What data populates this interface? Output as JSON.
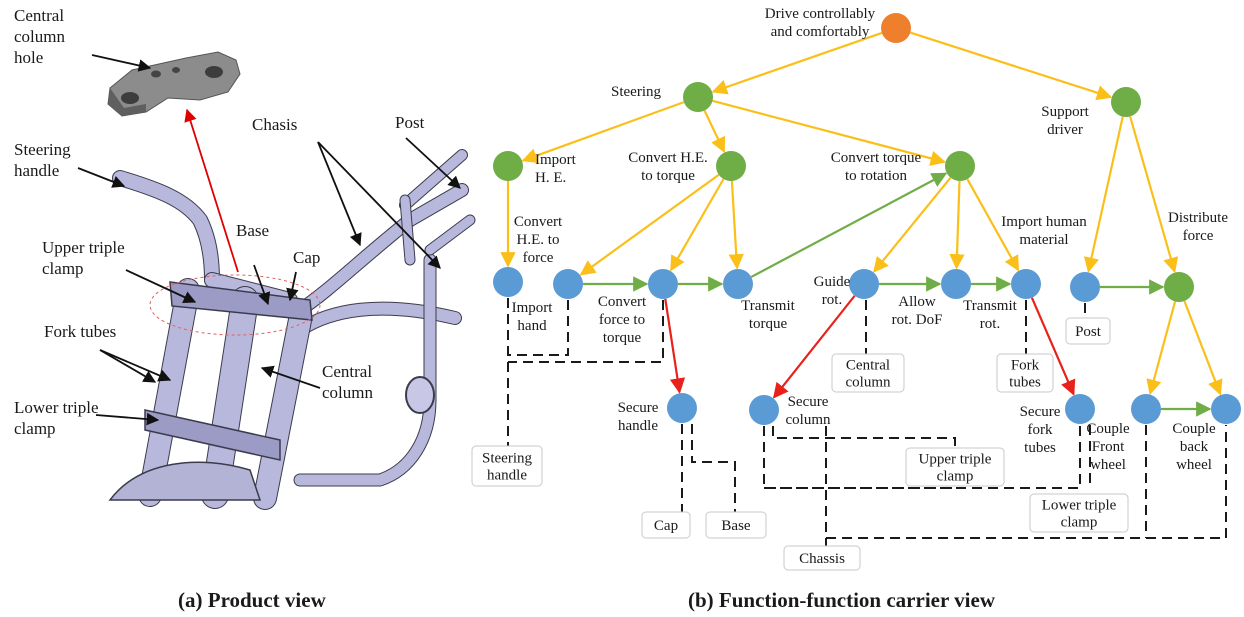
{
  "captions": {
    "a": "(a) Product view",
    "b": "(b) Function-function carrier view"
  },
  "product_view": {
    "labels": [
      {
        "id": "central-column-hole",
        "lines": [
          "Central",
          "column",
          "hole"
        ]
      },
      {
        "id": "steering-handle",
        "lines": [
          "Steering",
          "handle"
        ]
      },
      {
        "id": "chasis",
        "lines": [
          "Chasis"
        ]
      },
      {
        "id": "post",
        "lines": [
          "Post"
        ]
      },
      {
        "id": "base",
        "lines": [
          "Base"
        ]
      },
      {
        "id": "cap",
        "lines": [
          "Cap"
        ]
      },
      {
        "id": "upper-triple-clamp",
        "lines": [
          "Upper triple",
          "clamp"
        ]
      },
      {
        "id": "fork-tubes",
        "lines": [
          "Fork tubes"
        ]
      },
      {
        "id": "central-column",
        "lines": [
          "Central",
          "column"
        ]
      },
      {
        "id": "lower-triple-clamp",
        "lines": [
          "Lower triple",
          "clamp"
        ]
      }
    ]
  },
  "function_view": {
    "nodes": [
      {
        "id": "drive",
        "type": "root",
        "lines": [
          "Drive controllably",
          "and comfortably"
        ]
      },
      {
        "id": "steering",
        "type": "green",
        "lines": [
          "Steering"
        ]
      },
      {
        "id": "support",
        "type": "green",
        "lines": [
          "Support",
          "driver"
        ]
      },
      {
        "id": "import-he",
        "type": "green",
        "lines": [
          "Import",
          "H. E."
        ]
      },
      {
        "id": "convert-he-torque",
        "type": "green",
        "lines": [
          "Convert H.E.",
          "to torque"
        ]
      },
      {
        "id": "convert-torque-rot",
        "type": "green",
        "lines": [
          "Convert torque",
          "to rotation"
        ]
      },
      {
        "id": "convert-he-force",
        "type": "blue",
        "lines": [
          "Convert",
          "H.E. to",
          "force"
        ]
      },
      {
        "id": "import-hand",
        "type": "blue",
        "lines": [
          "Import",
          "hand"
        ]
      },
      {
        "id": "convert-force-torque",
        "type": "blue",
        "lines": [
          "Convert",
          "force to",
          "torque"
        ]
      },
      {
        "id": "transmit-torque",
        "type": "blue",
        "lines": [
          "Transmit",
          "torque"
        ]
      },
      {
        "id": "guide-rot",
        "type": "blue",
        "lines": [
          "Guide",
          "rot."
        ]
      },
      {
        "id": "allow-rot",
        "type": "blue",
        "lines": [
          "Allow",
          "rot. DoF"
        ]
      },
      {
        "id": "transmit-rot",
        "type": "blue",
        "lines": [
          "Transmit",
          "rot."
        ]
      },
      {
        "id": "import-human",
        "type": "label",
        "lines": [
          "Import human",
          "material"
        ]
      },
      {
        "id": "post-fn",
        "type": "blue",
        "lines": []
      },
      {
        "id": "distribute",
        "type": "green",
        "lines": [
          "Distribute",
          "force"
        ]
      },
      {
        "id": "secure-handle",
        "type": "blue",
        "lines": [
          "Secure",
          "handle"
        ]
      },
      {
        "id": "secure-column",
        "type": "blue",
        "lines": [
          "Secure",
          "column"
        ]
      },
      {
        "id": "secure-fork",
        "type": "blue",
        "lines": [
          "Secure",
          "fork",
          "tubes"
        ]
      },
      {
        "id": "couple-front",
        "type": "blue",
        "lines": [
          "Couple",
          "Front",
          "wheel"
        ]
      },
      {
        "id": "couple-back",
        "type": "blue",
        "lines": [
          "Couple",
          "back",
          "wheel"
        ]
      }
    ],
    "carriers": [
      {
        "id": "steering-handle-box",
        "lines": [
          "Steering",
          "handle"
        ]
      },
      {
        "id": "cap-box",
        "lines": [
          "Cap"
        ]
      },
      {
        "id": "base-box",
        "lines": [
          "Base"
        ]
      },
      {
        "id": "central-column-box",
        "lines": [
          "Central",
          "column"
        ]
      },
      {
        "id": "fork-tubes-box",
        "lines": [
          "Fork",
          "tubes"
        ]
      },
      {
        "id": "post-box",
        "lines": [
          "Post"
        ]
      },
      {
        "id": "upper-triple-clamp-box",
        "lines": [
          "Upper triple",
          "clamp"
        ]
      },
      {
        "id": "lower-triple-clamp-box",
        "lines": [
          "Lower triple",
          "clamp"
        ]
      },
      {
        "id": "chassis-box",
        "lines": [
          "Chassis"
        ]
      }
    ],
    "colors": {
      "root": "#ee7f2d",
      "green": "#6fad46",
      "blue": "#5b9bd5",
      "decomposition_arrow": "#fbbf19",
      "flow_arrow": "#70ad47",
      "secure_arrow": "#e8221a",
      "carrier_link": "#1a1a1a"
    }
  }
}
